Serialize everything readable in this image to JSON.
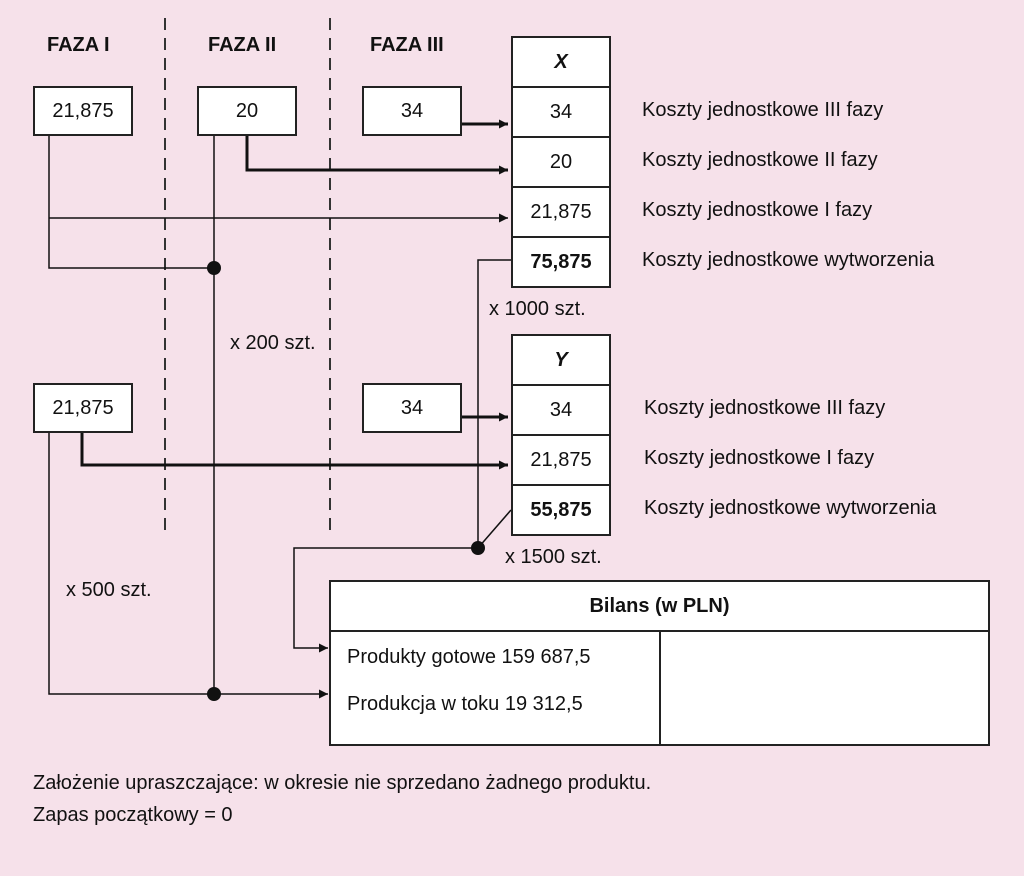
{
  "phases": [
    "FAZA I",
    "FAZA II",
    "FAZA III"
  ],
  "top_inputs": {
    "faza1": "21,875",
    "faza2": "20",
    "faza3": "34"
  },
  "bottom_inputs": {
    "faza1": "21,875",
    "faza3": "34"
  },
  "product_x": {
    "name": "X",
    "rows": [
      {
        "value": "34",
        "label": "Koszty jednostkowe III fazy"
      },
      {
        "value": "20",
        "label": "Koszty jednostkowe II fazy"
      },
      {
        "value": "21,875",
        "label": "Koszty jednostkowe I fazy"
      },
      {
        "value": "75,875",
        "label": "Koszty jednostkowe wytworzenia"
      }
    ],
    "quantity": "x 1000 szt."
  },
  "product_y": {
    "name": "Y",
    "rows": [
      {
        "value": "34",
        "label": "Koszty jednostkowe III fazy"
      },
      {
        "value": "21,875",
        "label": "Koszty jednostkowe I fazy"
      },
      {
        "value": "55,875",
        "label": "Koszty jednostkowe wytworzenia"
      }
    ],
    "quantity": "x 1500 szt."
  },
  "quantities": {
    "faza2": "x 200 szt.",
    "faza1": "x 500 szt."
  },
  "bilans": {
    "title": "Bilans (w PLN)",
    "rows": [
      "Produkty gotowe 159 687,5",
      "Produkcja w toku 19 312,5"
    ]
  },
  "notes": [
    "Założenie upraszczające: w okresie nie sprzedano żadnego produktu.",
    "Zapas początkowy = 0"
  ],
  "colors": {
    "background": "#f6e1ea",
    "box": "#ffffff",
    "line": "#111111"
  }
}
